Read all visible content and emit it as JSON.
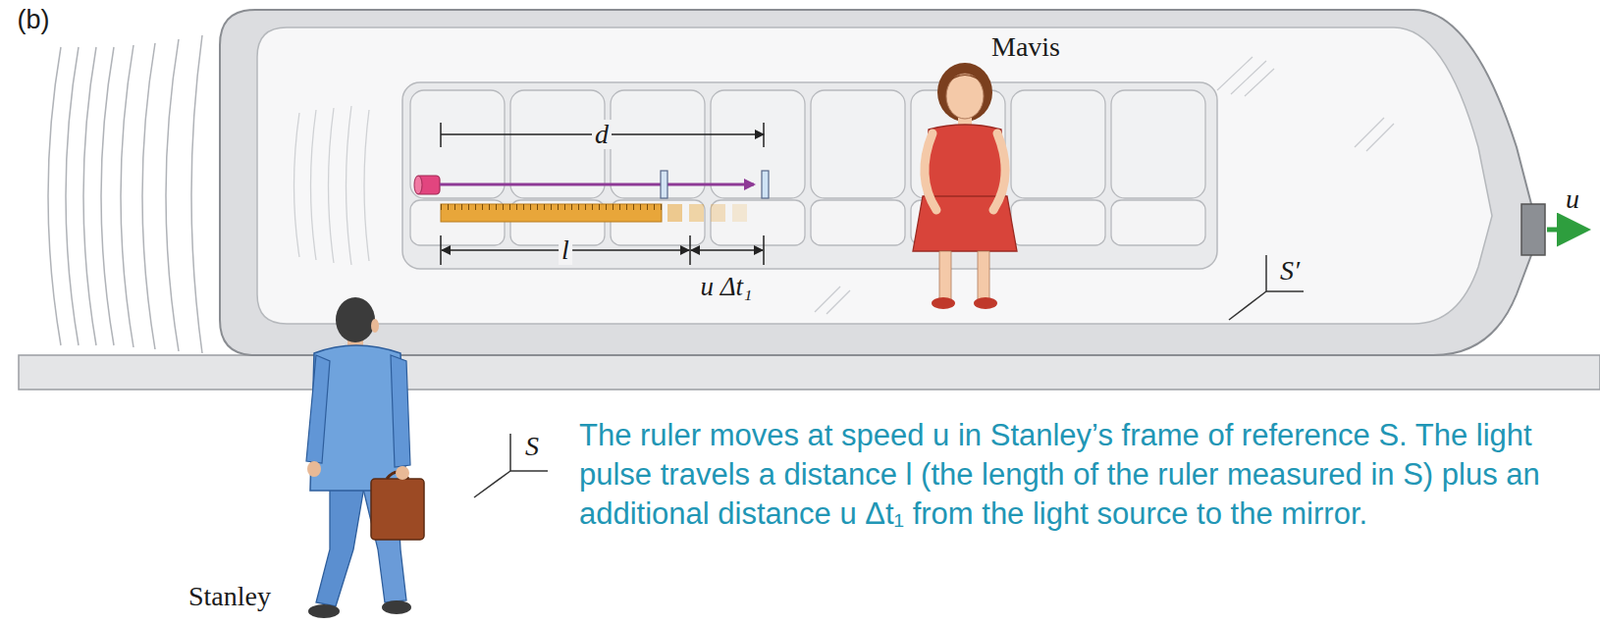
{
  "diagram": {
    "caption": "The ruler moves at speed u in Stanley’s frame of reference S. The light pulse travels a distance l (the length of the ruler measured in S) plus an additional distance u Δt₁ from the light source to the mirror.",
    "labels": [
      "(b)",
      "Mavis",
      "d",
      "l",
      "u Δt₁",
      "u",
      "S′",
      "S",
      "Stanley"
    ]
  }
}
